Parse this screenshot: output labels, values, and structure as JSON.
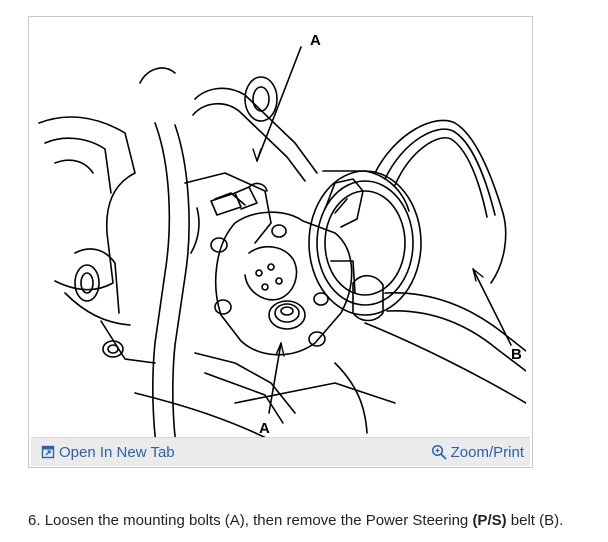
{
  "figure": {
    "callout_a_top": "A",
    "callout_a_bottom": "A",
    "callout_b": "B"
  },
  "toolbar": {
    "open_label": "Open In New Tab",
    "zoom_label": "Zoom/Print",
    "open_icon": "open-in-new-tab-icon",
    "zoom_icon": "magnifier-icon",
    "link_color": "#2a62b0"
  },
  "caption": {
    "step_number": "6.",
    "text_before": "Loosen the mounting bolts (A), then remove the Power Steering ",
    "bold_text": "(P/S)",
    "text_after": " belt (B)."
  }
}
